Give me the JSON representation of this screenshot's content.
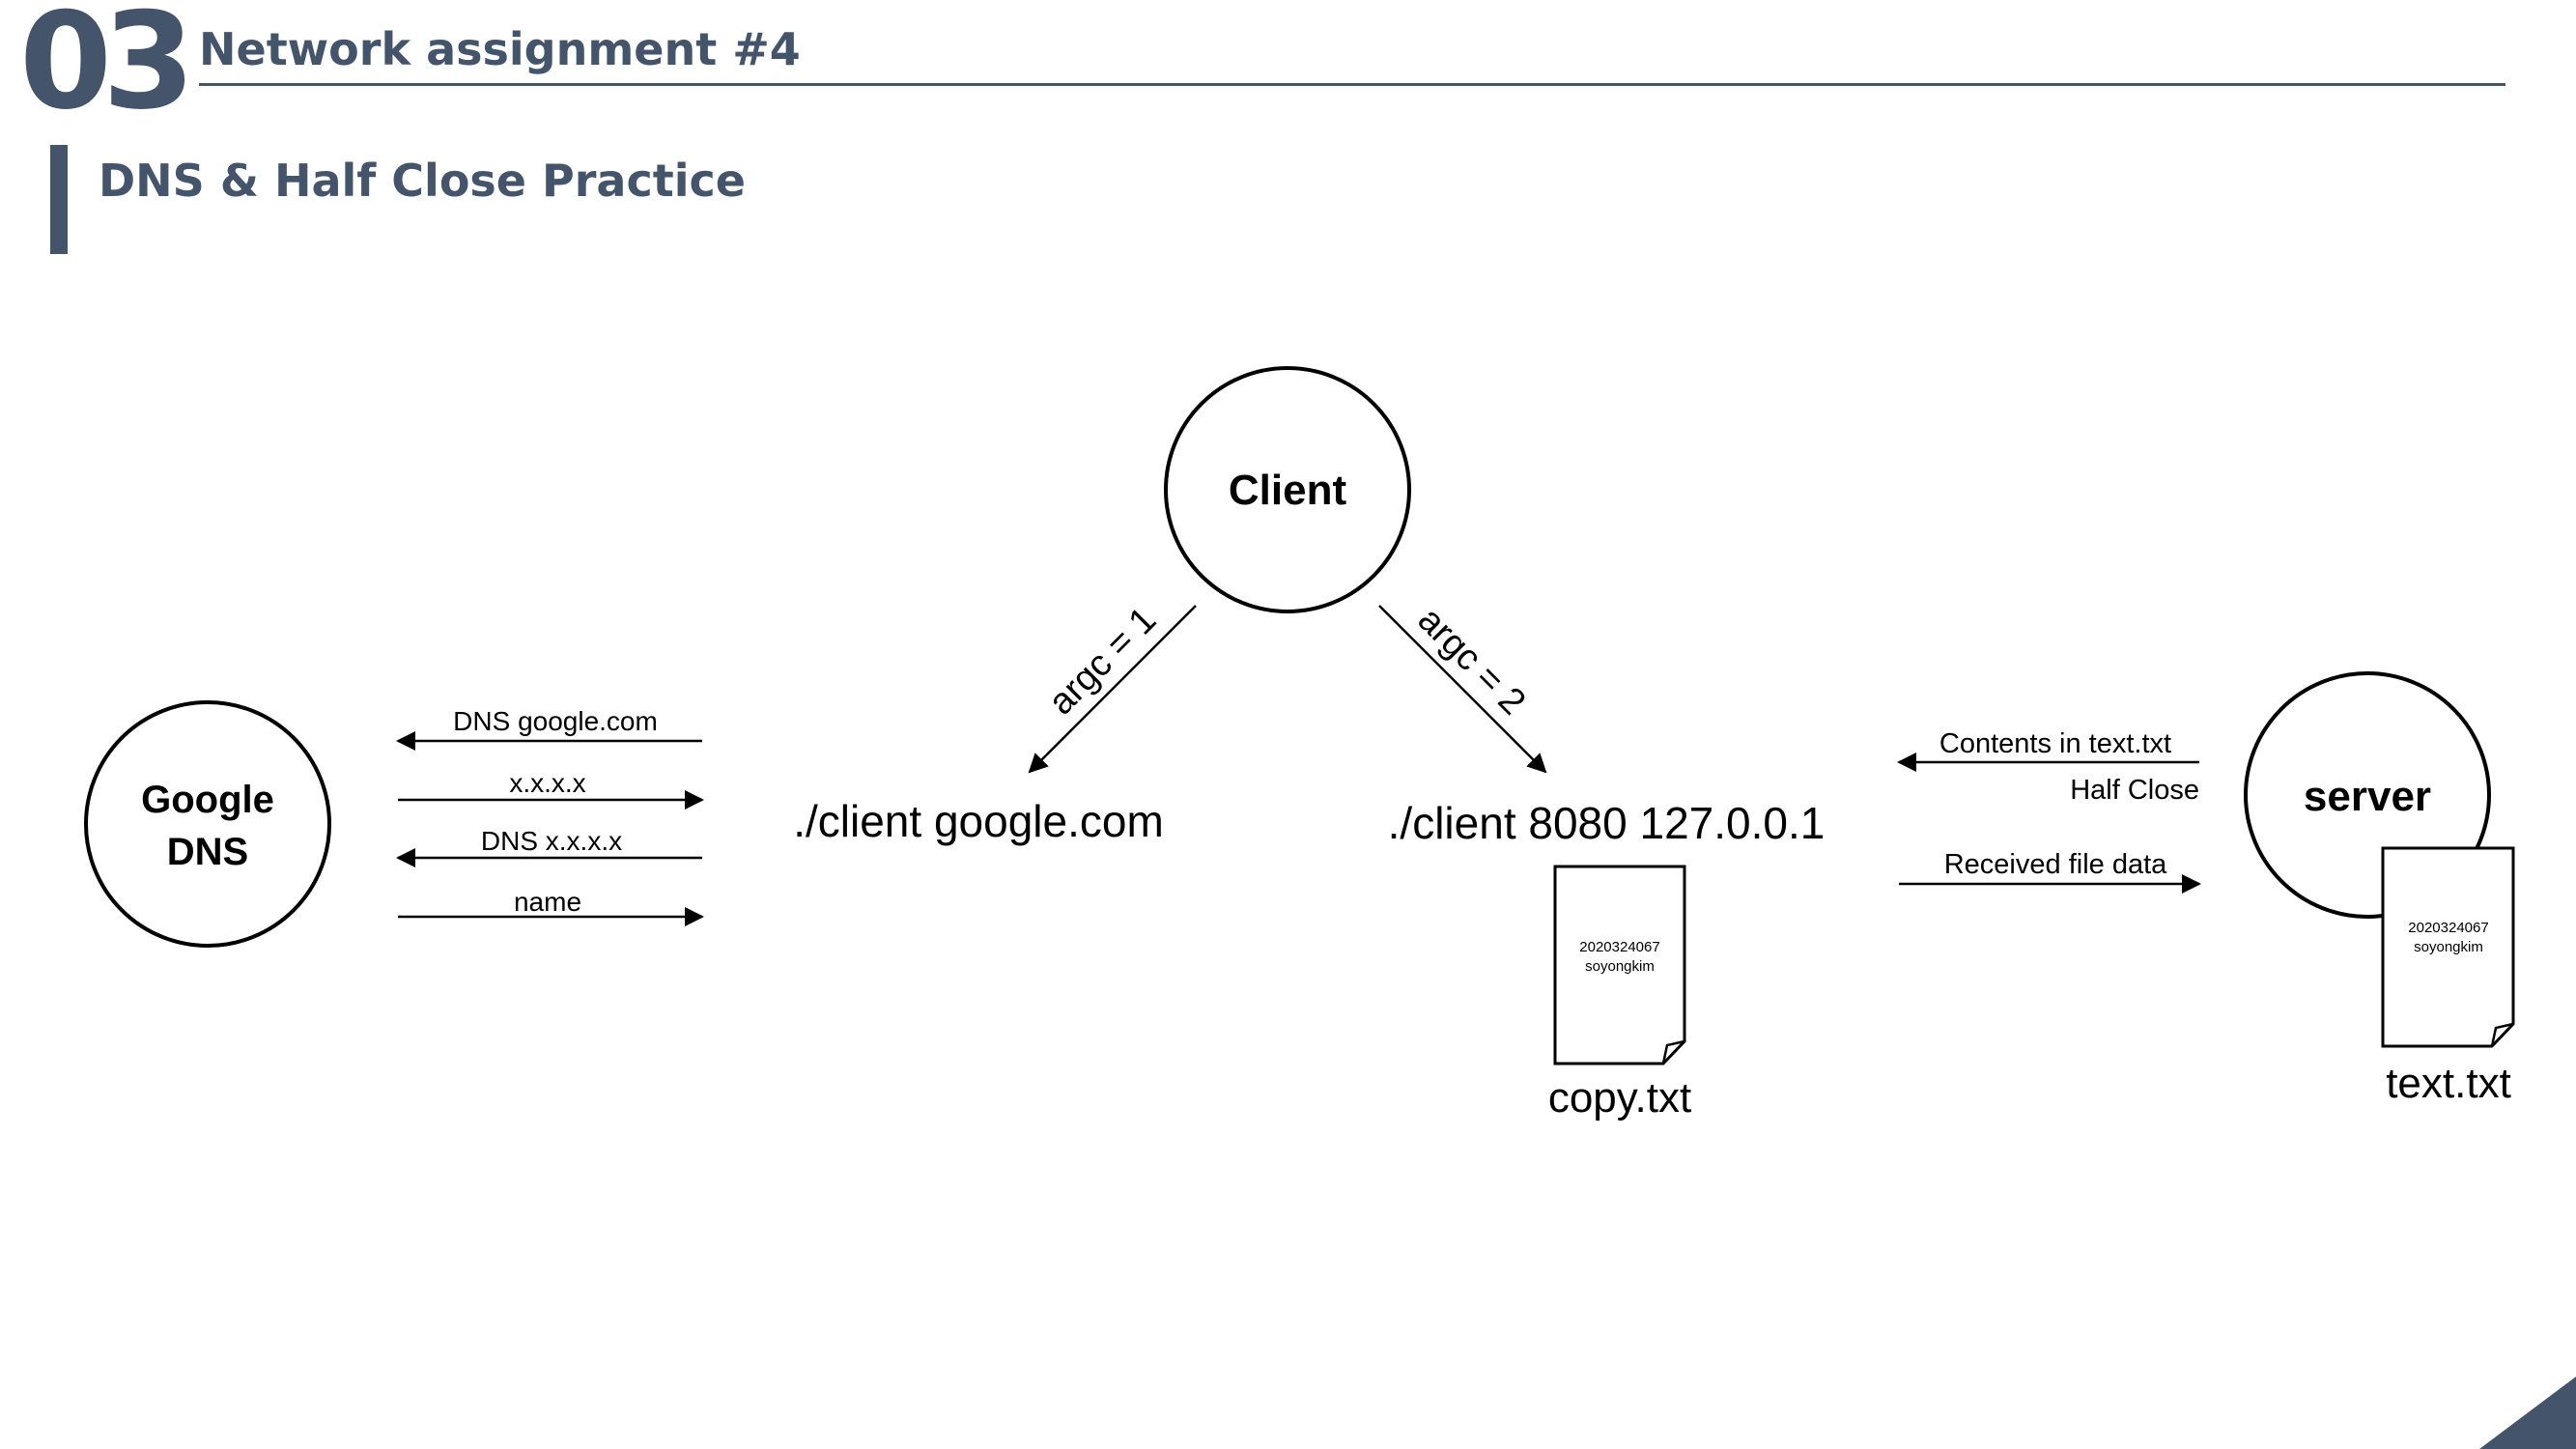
{
  "header": {
    "section_number": "03",
    "title": "Network assignment #4",
    "subtitle": "DNS & Half Close Practice"
  },
  "colors": {
    "accent": "#44546a",
    "line": "#000000"
  },
  "diagram": {
    "nodes": {
      "client": "Client",
      "google_dns_line1": "Google",
      "google_dns_line2": "DNS",
      "server": "server"
    },
    "dns_messages": [
      "DNS google.com",
      "x.x.x.x",
      "DNS x.x.x.x",
      "name"
    ],
    "edges": {
      "argc1": "argc = 1",
      "argc2": "argc = 2"
    },
    "commands": {
      "dns_command": "./client google.com",
      "file_command": "./client 8080 127.0.0.1"
    },
    "server_messages": {
      "contents": "Contents in text.txt",
      "half_close": "Half Close",
      "received": "Received file data"
    },
    "files": {
      "copy": {
        "name": "copy.txt",
        "line1": "2020324067",
        "line2": "soyongkim"
      },
      "text": {
        "name": "text.txt",
        "line1": "2020324067",
        "line2": "soyongkim"
      }
    }
  }
}
